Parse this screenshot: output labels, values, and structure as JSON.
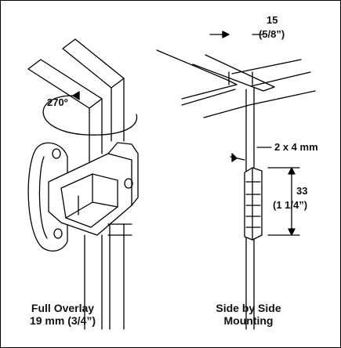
{
  "left": {
    "rotation_label": "270º",
    "caption_line1": "Full Overlay",
    "caption_line2": "19 mm (3/4”)"
  },
  "right": {
    "gap_mm": "15",
    "gap_in": "(5/8”)",
    "hinge_gap": "2 x 4 mm",
    "height_mm": "33",
    "height_in": "(1 1/4”)",
    "caption_line1": "Side by Side",
    "caption_line2": "Mounting"
  }
}
